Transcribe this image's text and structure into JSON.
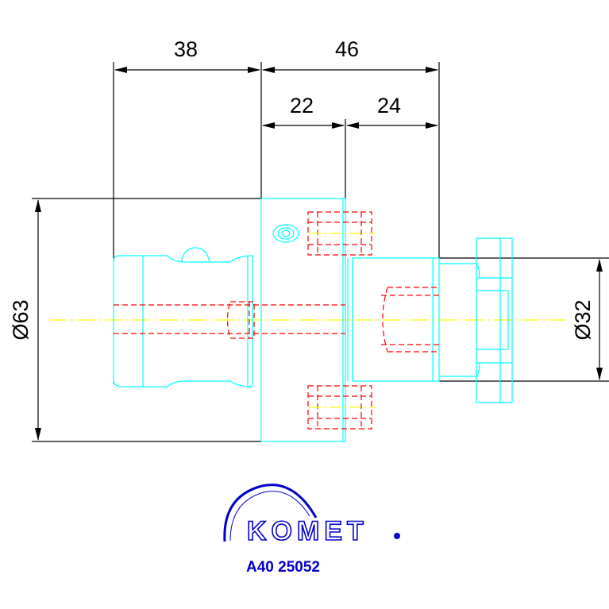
{
  "dimensions": {
    "top_left": "38",
    "top_right": "46",
    "mid_left": "22",
    "mid_right": "24",
    "dia_left": "Ø63",
    "dia_right": "Ø32"
  },
  "logo": {
    "brand": "KOMET",
    "part_number": "A40 25052"
  },
  "colors": {
    "outline": "#00ffff",
    "hidden": "#ff0000",
    "centerline": "#ffff00",
    "dimension": "#000000",
    "logo": "#0000cc"
  }
}
